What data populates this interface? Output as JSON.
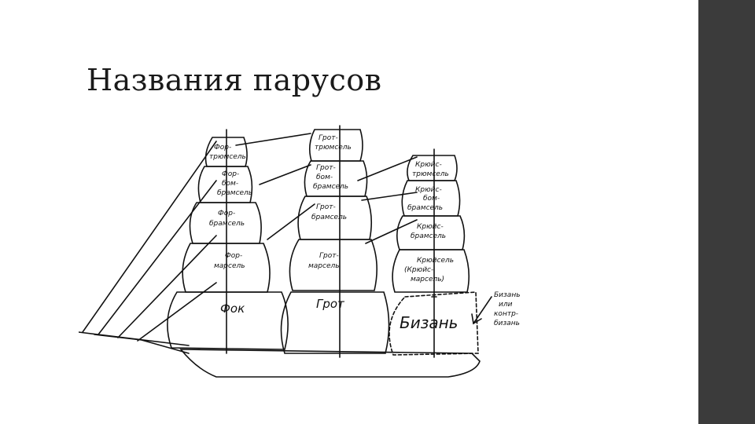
{
  "slide": {
    "title": "Названия парусов"
  },
  "diagram": {
    "sails": {
      "fore_royal": [
        "Фор-",
        "трюмсель"
      ],
      "fore_topgallant": [
        "Фор-",
        "бом-",
        "брамсель"
      ],
      "fore_upper": [
        "Фор-",
        "брамсель"
      ],
      "fore_topsail": [
        "Фор-",
        "марсель"
      ],
      "foresail": "Фок",
      "main_royal": [
        "Грот-",
        "трюмсель"
      ],
      "main_topgallant": [
        "Грот-",
        "бом-",
        "брамсель"
      ],
      "main_upper": [
        "Грот-",
        "брамсель"
      ],
      "main_topsail": [
        "Грот-",
        "марсель"
      ],
      "mainsail": "Грот",
      "mizzen_royal": [
        "Крюйс-",
        "трюмсель"
      ],
      "mizzen_topgallant": [
        "Крюйс-",
        "бом-",
        "брамсель"
      ],
      "mizzen_upper": [
        "Крюйс-",
        "брамсель"
      ],
      "mizzen_topsail": [
        "Крюйсель",
        "(Крюйс-",
        "марсель)"
      ],
      "spanker": "Бизань"
    },
    "spanker_note": [
      "Бизань",
      "или",
      "контр-",
      "бизань"
    ]
  },
  "colors": {
    "sidebar": "#3b3b3b",
    "ink": "#111111"
  }
}
